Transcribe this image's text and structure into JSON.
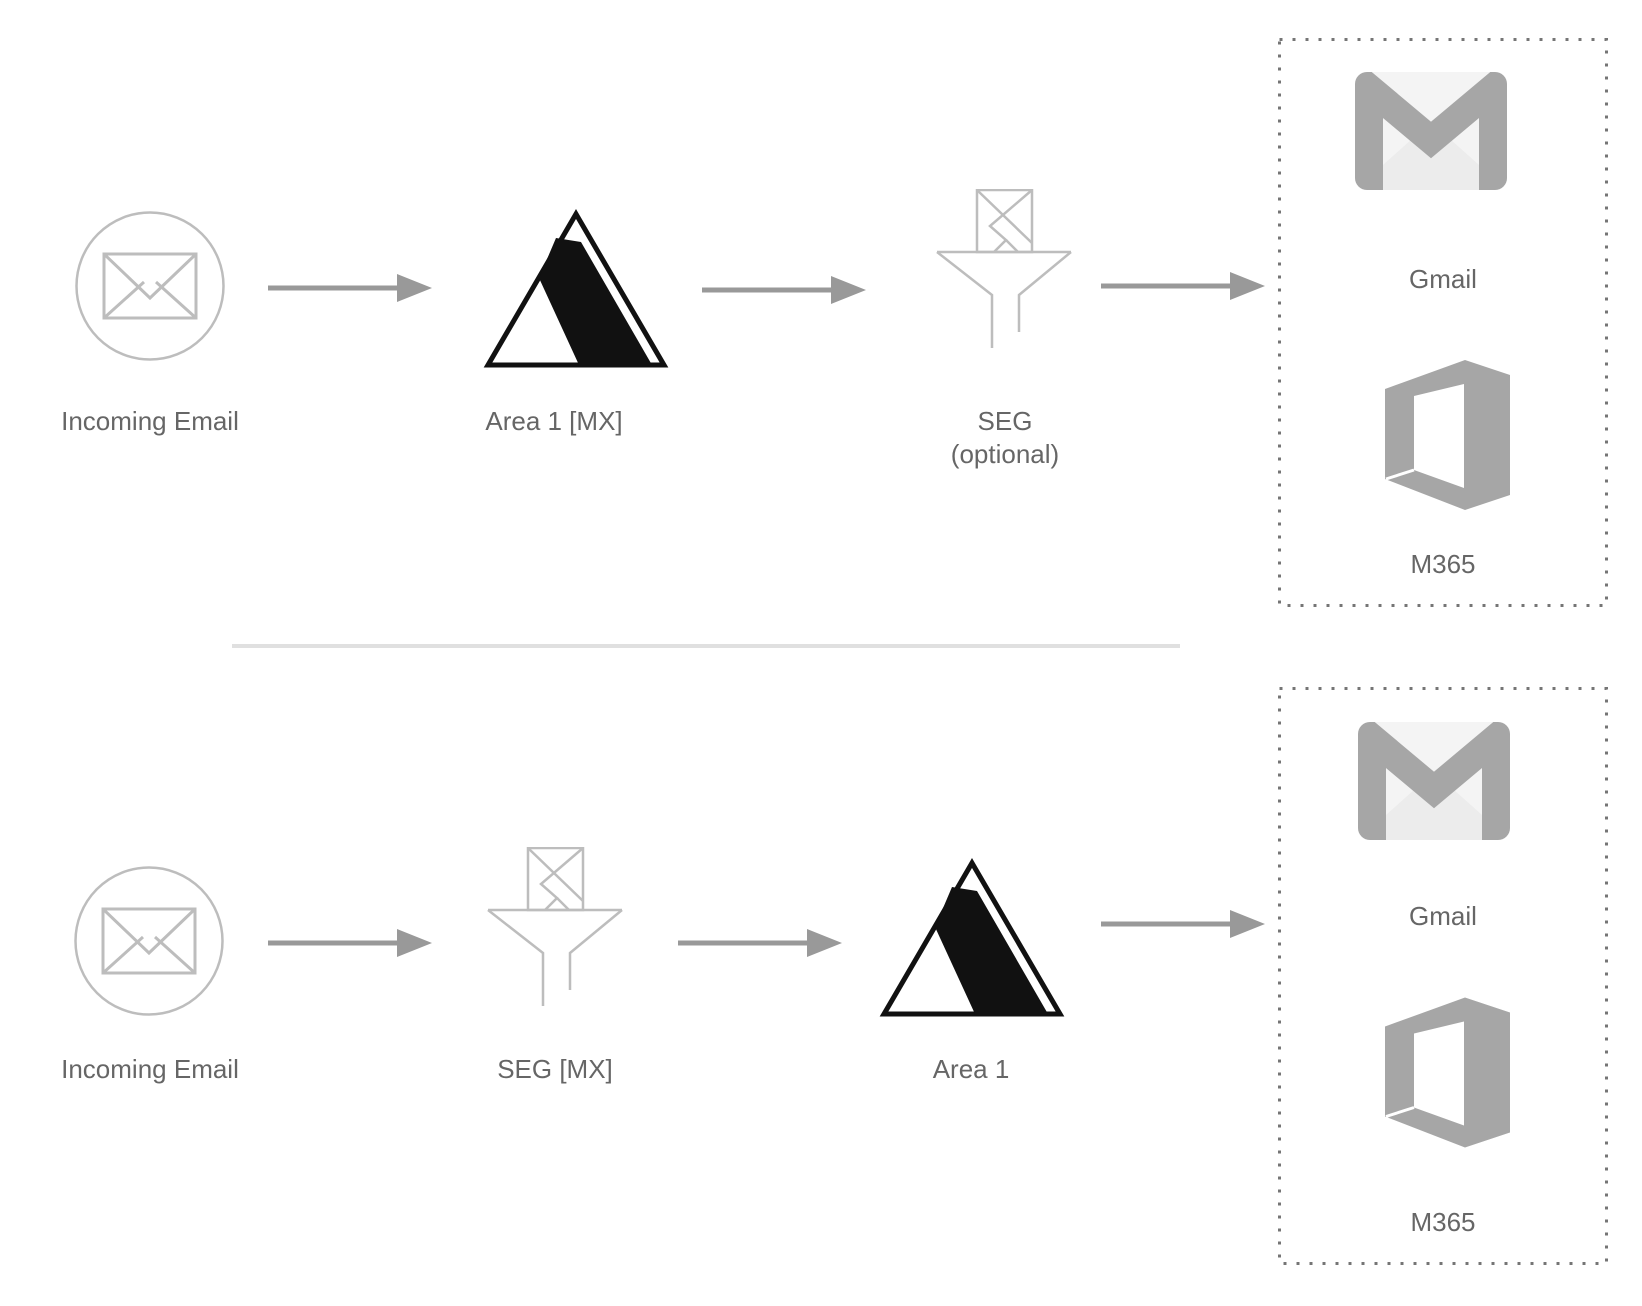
{
  "diagram_type": "email-routing-flow-diagram",
  "colors": {
    "background": "#ffffff",
    "outline_icon_stroke": "#bdbdbd",
    "arrow": "#999999",
    "label_text": "#666666",
    "divider": "#e0e0e0",
    "dotted_border": "#757575",
    "area1_logo": "#111111",
    "gmail_body": "#f4f4f4",
    "gmail_shade": "#ececec",
    "gmail_m": "#a6a6a6",
    "m365_gray": "#a6a6a6"
  },
  "flows": [
    {
      "name": "flow-1",
      "source": {
        "label": "Incoming Email",
        "icon": "envelope-circle-icon"
      },
      "steps": [
        {
          "label": "Area 1 [MX]",
          "icon": "area1-triangle-logo"
        },
        {
          "label": "SEG",
          "sublabel": "(optional)",
          "icon": "funnel-envelope-icon"
        }
      ],
      "destinations": [
        {
          "label": "Gmail",
          "icon": "gmail-icon"
        },
        {
          "label": "M365",
          "icon": "m365-office-icon"
        }
      ]
    },
    {
      "name": "flow-2",
      "source": {
        "label": "Incoming Email",
        "icon": "envelope-circle-icon"
      },
      "steps": [
        {
          "label": "SEG [MX]",
          "icon": "funnel-envelope-icon"
        },
        {
          "label": "Area 1",
          "icon": "area1-triangle-logo"
        }
      ],
      "destinations": [
        {
          "label": "Gmail",
          "icon": "gmail-icon"
        },
        {
          "label": "M365",
          "icon": "m365-office-icon"
        }
      ]
    }
  ]
}
